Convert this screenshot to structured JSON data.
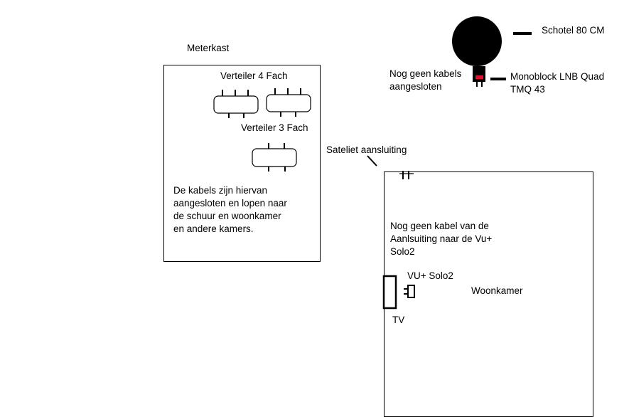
{
  "labels": {
    "meterkast": "Meterkast",
    "verteiler4": "Verteiler 4 Fach",
    "verteiler3": "Verteiler 3 Fach",
    "kabels_note": "De kabels zijn hiervan aangesloten en lopen naar de schuur en woonkamer en andere kamers.",
    "schotel": "Schotel 80 CM",
    "lnb": "Monoblock LNB Quad TMQ 43",
    "no_cables": "Nog geen kabels aangesloten",
    "sat_aansluiting": "Sateliet aansluiting",
    "no_cable_vu": "Nog geen kabel van de Aanlsuiting naar de Vu+ Solo2",
    "vu_solo": "VU+ Solo2",
    "woonkamer": "Woonkamer",
    "tv": "TV"
  },
  "colors": {
    "stroke": "#000000",
    "lnb_accent": "#e0102a",
    "background": "#ffffff"
  }
}
